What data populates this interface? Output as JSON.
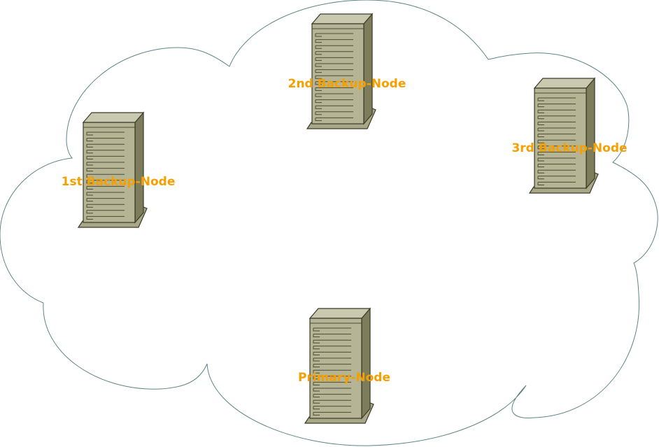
{
  "colors": {
    "cloud_stroke": "#5e8585",
    "label": "#f5a000",
    "server_front": "#b5b596",
    "server_top": "#c9c9b0",
    "server_side": "#7d7d5c",
    "server_base": "#a8a888"
  },
  "icon": "server-tower-icon",
  "nodes": [
    {
      "id": "primary",
      "label": "Primary-Node"
    },
    {
      "id": "backup1",
      "label": "1st Backup-Node"
    },
    {
      "id": "backup2",
      "label": "2nd Backup-Node"
    },
    {
      "id": "backup3",
      "label": "3rd Backup-Node"
    }
  ]
}
